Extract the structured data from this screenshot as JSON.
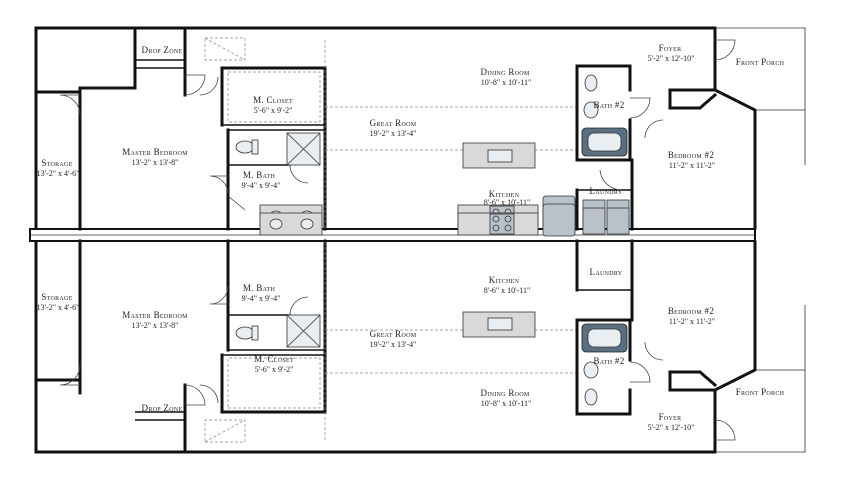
{
  "rooms": {
    "top": {
      "drop_zone": {
        "name": "Drop Zone"
      },
      "m_closet": {
        "name": "M. Closet",
        "dims": "5'-6\" x 9'-2\""
      },
      "master_bedroom": {
        "name": "Master Bedroom",
        "dims": "13'-2\" x 13'-8\""
      },
      "storage": {
        "name": "Storage",
        "dims": "13'-2\" x 4'-6\""
      },
      "m_bath": {
        "name": "M. Bath",
        "dims": "9'-4\" x 9'-4\""
      },
      "great_room": {
        "name": "Great Room",
        "dims": "19'-2\" x 13'-4\""
      },
      "dining_room": {
        "name": "Dining Room",
        "dims": "10'-8\" x 10'-11\""
      },
      "kitchen": {
        "name": "Kitchen",
        "dims": "8'-6\" x 10'-11\""
      },
      "bath2": {
        "name": "Bath #2"
      },
      "laundry": {
        "name": "Laundry"
      },
      "bedroom2": {
        "name": "Bedroom #2",
        "dims": "11'-2\" x 11'-2\""
      },
      "foyer": {
        "name": "Foyer",
        "dims": "5'-2\" x 12'-10\""
      },
      "front_porch": {
        "name": "Front Porch"
      }
    },
    "bottom": {
      "drop_zone": {
        "name": "Drop Zone"
      },
      "m_closet": {
        "name": "M. Closet",
        "dims": "5'-6\" x 9'-2\""
      },
      "master_bedroom": {
        "name": "Master Bedroom",
        "dims": "13'-2\" x 13'-8\""
      },
      "storage": {
        "name": "Storage",
        "dims": "13'-2\" x 4'-6\""
      },
      "m_bath": {
        "name": "M. Bath",
        "dims": "9'-4\" x 9'-4\""
      },
      "great_room": {
        "name": "Great Room",
        "dims": "19'-2\" x 13'-4\""
      },
      "dining_room": {
        "name": "Dining Room",
        "dims": "10'-8\" x 10'-11\""
      },
      "kitchen": {
        "name": "Kitchen",
        "dims": "8'-6\" x 10'-11\""
      },
      "bath2": {
        "name": "Bath #2"
      },
      "laundry": {
        "name": "Laundry"
      },
      "bedroom2": {
        "name": "Bedroom #2",
        "dims": "11'-2\" x 11'-2\""
      },
      "foyer": {
        "name": "Foyer",
        "dims": "5'-2\" x 12'-10\""
      },
      "front_porch": {
        "name": "Front Porch"
      }
    }
  },
  "colors": {
    "wall": "#111111",
    "tub": "#5a6f80",
    "fixture": "#e8eef2"
  }
}
